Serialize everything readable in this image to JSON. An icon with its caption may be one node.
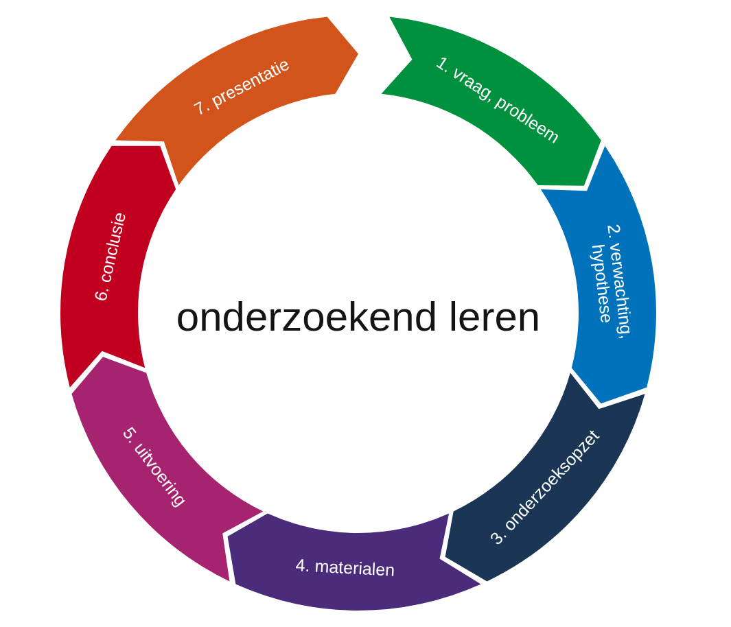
{
  "diagram": {
    "title": "onderzoekend leren",
    "nodes": [
      {
        "text": [
          "1. vraag, probleem"
        ]
      },
      {
        "text": [
          "2. verwachting, hypothese"
        ]
      },
      {
        "text": [
          "3. onderzoeksopzet"
        ]
      },
      {
        "text": [
          "4. materialen"
        ]
      },
      {
        "text": [
          "5. uitvoering"
        ]
      },
      {
        "text": [
          "6. conclusie"
        ]
      },
      {
        "text": [
          "7. presentatie"
        ]
      }
    ]
  }
}
